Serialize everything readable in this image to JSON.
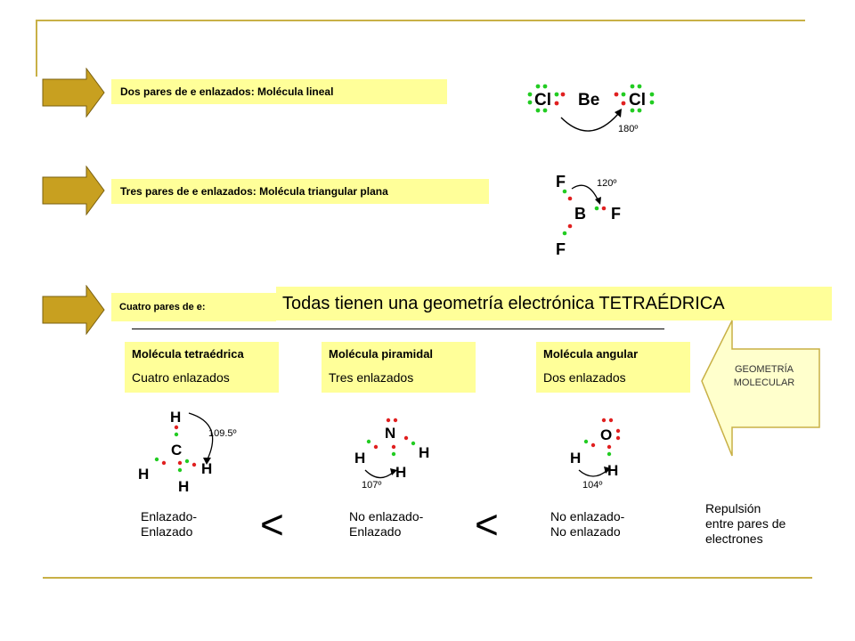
{
  "rows": [
    {
      "label": "Dos pares de e enlazados: Molécula lineal"
    },
    {
      "label": "Tres pares de e enlazados: Molécula triangular plana"
    },
    {
      "label": "Cuatro pares de e:"
    }
  ],
  "headline": "Todas tienen una geometría electrónica TETRAÉDRICA",
  "cards": [
    {
      "title": "Molécula tetraédrica",
      "sub": "Cuatro enlazados"
    },
    {
      "title": "Molécula piramidal",
      "sub": "Tres enlazados"
    },
    {
      "title": "Molécula angular",
      "sub": "Dos enlazados"
    }
  ],
  "geometry_arrow": {
    "line1": "GEOMETRÍA",
    "line2": "MOLECULAR"
  },
  "captions": [
    {
      "line1": "Enlazado-",
      "line2": "Enlazado"
    },
    {
      "line1": "No enlazado-",
      "line2": "Enlazado"
    },
    {
      "line1": "No enlazado-",
      "line2": "No enlazado"
    }
  ],
  "comparators": [
    "<",
    "<"
  ],
  "repulsion": {
    "line1": "Repulsión",
    "line2": "entre pares de",
    "line3": "electrones"
  },
  "molecules": {
    "becl2": {
      "atoms": [
        "Cl",
        "Be",
        "Cl"
      ],
      "angle": "180º"
    },
    "bf3": {
      "atoms": [
        "F",
        "B",
        "F",
        "F"
      ],
      "angle": "120º"
    },
    "ch4": {
      "atoms": [
        "H",
        "C",
        "H",
        "H",
        "H"
      ],
      "angle": "109.5º"
    },
    "nh3": {
      "atoms": [
        "N",
        "H",
        "H",
        "H"
      ],
      "angle": "107º"
    },
    "h2o": {
      "atoms": [
        "O",
        "H",
        "H"
      ],
      "angle": "104º"
    }
  },
  "colors": {
    "accent": "#c8a020",
    "box": "#ffff99",
    "rule": "#c8b046",
    "dot_red": "#e02020",
    "dot_green": "#22cc22"
  }
}
